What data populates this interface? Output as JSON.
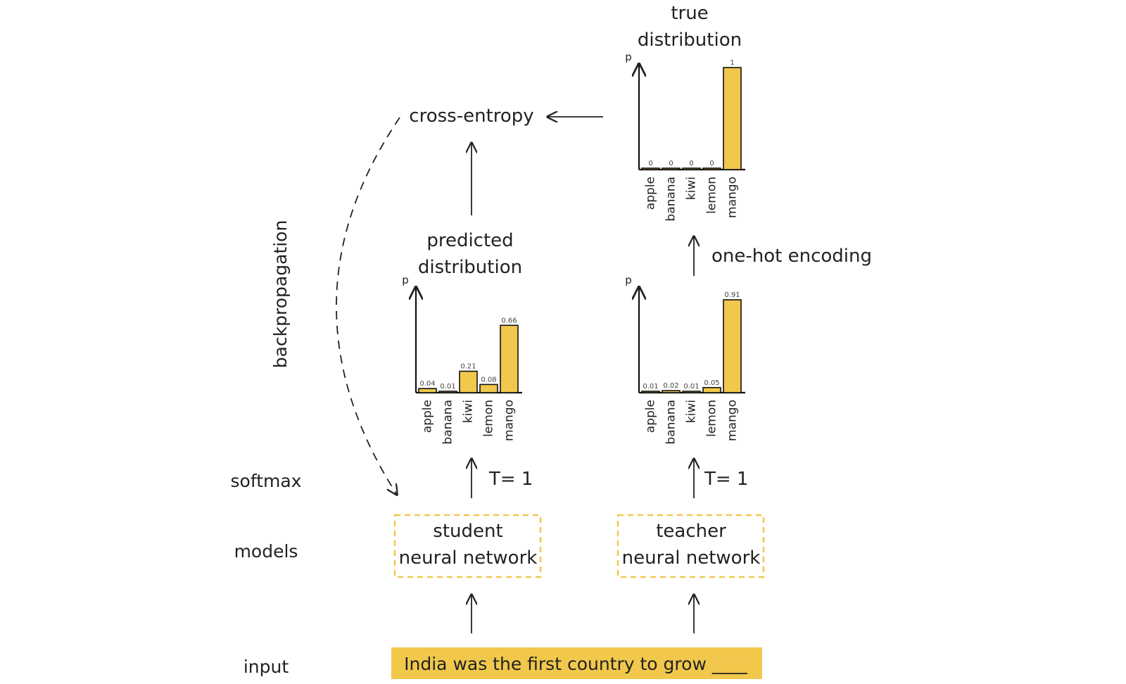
{
  "side_labels": {
    "softmax": "softmax",
    "models": "models",
    "input": "input",
    "backprop": "backpropagation"
  },
  "input_sentence": "India was the first country to grow ____",
  "models": {
    "student": [
      "student",
      "neural network"
    ],
    "teacher": [
      "teacher",
      "neural network"
    ]
  },
  "temperature_label": "T= 1",
  "cross_entropy": "cross-entropy",
  "one_hot_label": "one-hot encoding",
  "predicted_title": [
    "predicted",
    "distribution"
  ],
  "true_title": [
    "true",
    "distribution"
  ],
  "colors": {
    "bar": "#f1c84b",
    "dashed_box": "#f1c84b",
    "input_bg": "#f1c84b"
  },
  "chart_data": [
    {
      "type": "bar",
      "title": "predicted distribution",
      "ylabel": "p",
      "categories": [
        "apple",
        "banana",
        "kiwi",
        "lemon",
        "mango"
      ],
      "values": [
        0.04,
        0.01,
        0.21,
        0.08,
        0.66
      ],
      "value_labels": [
        "0.04",
        "0.01",
        "0.21",
        "0.08",
        "0.66"
      ],
      "ylim": [
        0,
        1
      ],
      "grid": false
    },
    {
      "type": "bar",
      "title": "",
      "ylabel": "p",
      "categories": [
        "apple",
        "banana",
        "kiwi",
        "lemon",
        "mango"
      ],
      "values": [
        0.01,
        0.02,
        0.01,
        0.05,
        0.91
      ],
      "value_labels": [
        "0.01",
        "0.02",
        "0.01",
        "0.05",
        "0.91"
      ],
      "ylim": [
        0,
        1
      ],
      "grid": false
    },
    {
      "type": "bar",
      "title": "true distribution",
      "ylabel": "p",
      "categories": [
        "apple",
        "banana",
        "kiwi",
        "lemon",
        "mango"
      ],
      "values": [
        0,
        0,
        0,
        0,
        1
      ],
      "value_labels": [
        "0",
        "0",
        "0",
        "0",
        "1"
      ],
      "ylim": [
        0,
        1
      ],
      "grid": false
    }
  ]
}
